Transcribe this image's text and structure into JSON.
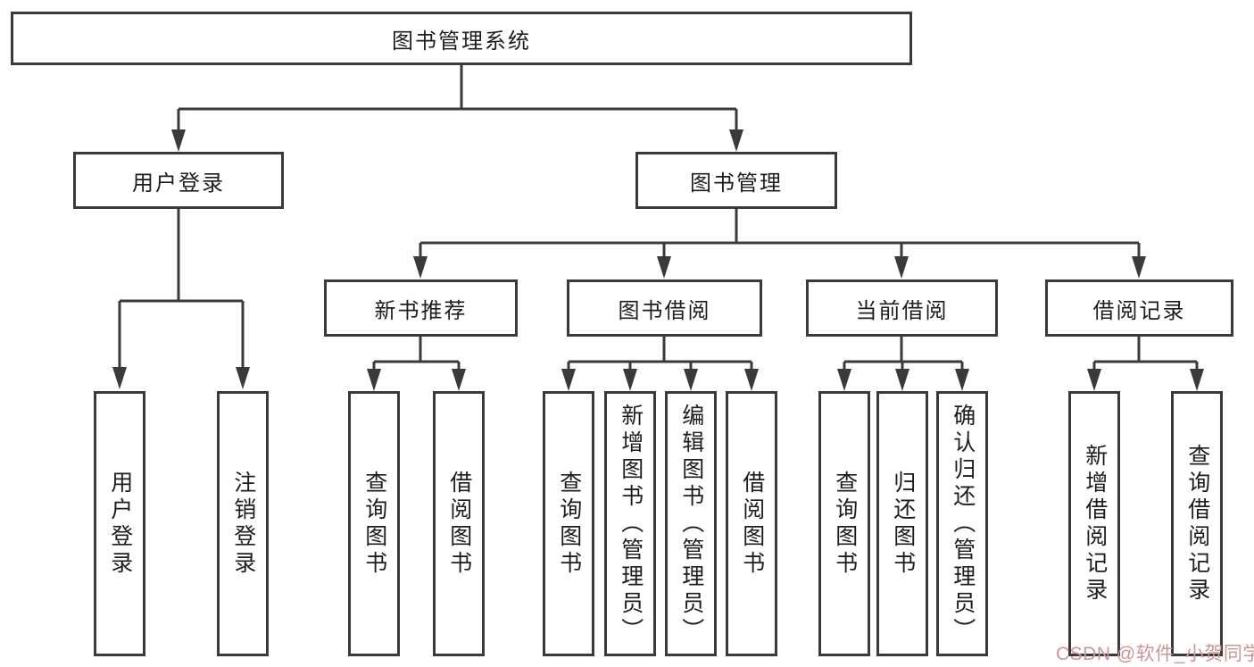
{
  "colors": {
    "line": "#3a3a3a",
    "text": "#1d1d1d",
    "background": "#ffffff",
    "watermark": "#cf9595"
  },
  "watermark": {
    "text": "CSDN @软件_小贺同学"
  },
  "tree": {
    "root": {
      "label": "图书管理系统"
    },
    "login": {
      "label": "用户登录",
      "children": {
        "user_login": "用户登录",
        "logout": "注销登录"
      }
    },
    "management": {
      "label": "图书管理",
      "children": {
        "new_books": {
          "label": "新书推荐",
          "children": {
            "query_books": "查询图书",
            "borrow_books": "借阅图书"
          }
        },
        "book_borrowing": {
          "label": "图书借阅",
          "children": {
            "query_books": "查询图书",
            "add_books": "新增图书（管理员）",
            "edit_books": "编辑图书（管理员）",
            "borrow_books": "借阅图书"
          }
        },
        "current_borrowing": {
          "label": "当前借阅",
          "children": {
            "query_books": "查询图书",
            "return_books": "归还图书",
            "confirm_return": "确认归还（管理员）"
          }
        },
        "borrowing_records": {
          "label": "借阅记录",
          "children": {
            "add_record": "新增借阅记录",
            "query_record": "查询借阅记录"
          }
        }
      }
    }
  }
}
